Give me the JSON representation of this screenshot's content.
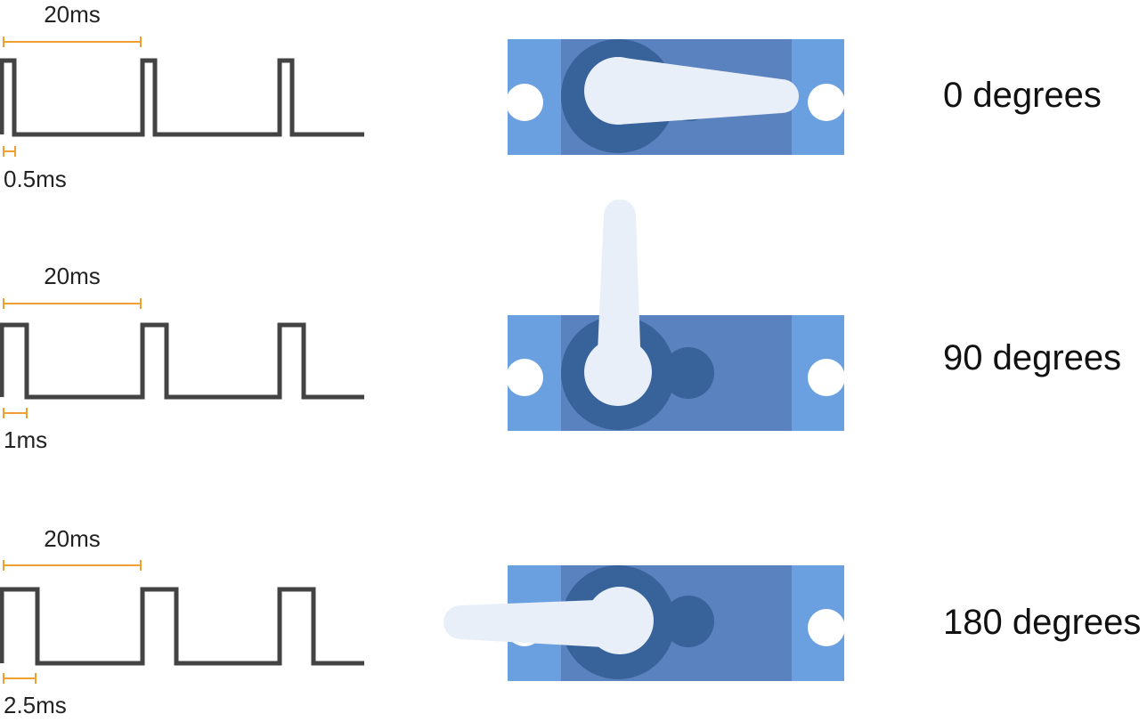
{
  "colors": {
    "signal": "#434343",
    "dimension": "#F0A030",
    "servo_mount": "#6A9FE0",
    "servo_body": "#5A82BF",
    "servo_gear": "#38629A",
    "servo_horn": "#E8EFF8",
    "background": "#FFFFFF"
  },
  "rows": [
    {
      "period_label": "20ms",
      "pulse_label": "0.5ms",
      "pulse_ms": 0.5,
      "period_ms": 20,
      "angle_deg": 0,
      "angle_label": "0 degrees"
    },
    {
      "period_label": "20ms",
      "pulse_label": "1ms",
      "pulse_ms": 1,
      "period_ms": 20,
      "angle_deg": 90,
      "angle_label": "90 degrees"
    },
    {
      "period_label": "20ms",
      "pulse_label": "2.5ms",
      "pulse_ms": 2.5,
      "period_ms": 20,
      "angle_deg": 180,
      "angle_label": "180 degrees"
    }
  ]
}
